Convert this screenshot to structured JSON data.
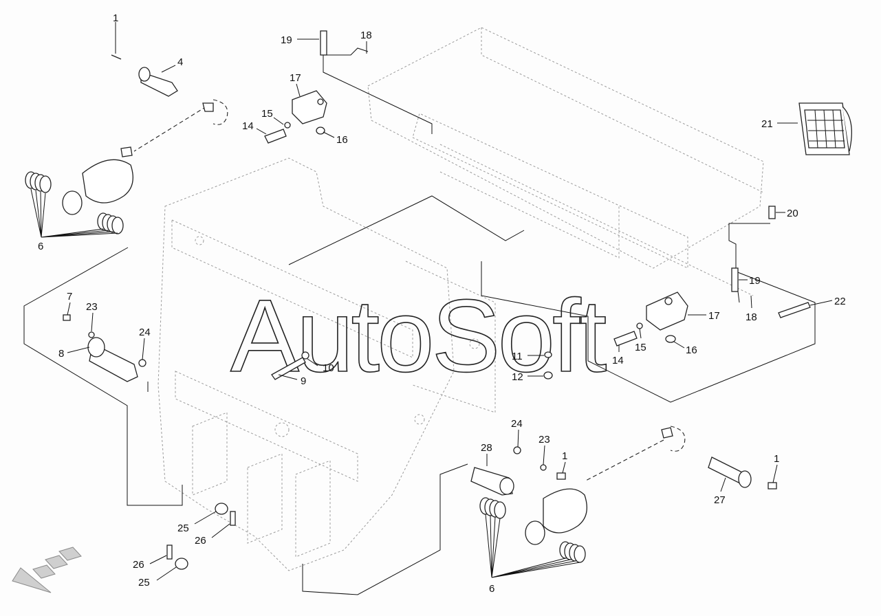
{
  "watermark": "AutoSoft",
  "callouts": [
    {
      "id": "c1a",
      "text": "1"
    },
    {
      "id": "c4",
      "text": "4"
    },
    {
      "id": "c6a",
      "text": "6"
    },
    {
      "id": "c7",
      "text": "7"
    },
    {
      "id": "c23a",
      "text": "23"
    },
    {
      "id": "c24a",
      "text": "24"
    },
    {
      "id": "c8",
      "text": "8"
    },
    {
      "id": "c9",
      "text": "9"
    },
    {
      "id": "c10",
      "text": "10"
    },
    {
      "id": "c11",
      "text": "11"
    },
    {
      "id": "c12",
      "text": "12"
    },
    {
      "id": "c19a",
      "text": "19"
    },
    {
      "id": "c18a",
      "text": "18"
    },
    {
      "id": "c17a",
      "text": "17"
    },
    {
      "id": "c15a",
      "text": "15"
    },
    {
      "id": "c14a",
      "text": "14"
    },
    {
      "id": "c16a",
      "text": "16"
    },
    {
      "id": "c21",
      "text": "21"
    },
    {
      "id": "c20",
      "text": "20"
    },
    {
      "id": "c19b",
      "text": "19"
    },
    {
      "id": "c22",
      "text": "22"
    },
    {
      "id": "c18b",
      "text": "18"
    },
    {
      "id": "c17b",
      "text": "17"
    },
    {
      "id": "c15b",
      "text": "15"
    },
    {
      "id": "c14b",
      "text": "14"
    },
    {
      "id": "c16b",
      "text": "16"
    },
    {
      "id": "c24b",
      "text": "24"
    },
    {
      "id": "c23b",
      "text": "23"
    },
    {
      "id": "c1b",
      "text": "1"
    },
    {
      "id": "c1c",
      "text": "1"
    },
    {
      "id": "c28",
      "text": "28"
    },
    {
      "id": "c27",
      "text": "27"
    },
    {
      "id": "c25a",
      "text": "25"
    },
    {
      "id": "c26a",
      "text": "26"
    },
    {
      "id": "c26b",
      "text": "26"
    },
    {
      "id": "c25b",
      "text": "25"
    },
    {
      "id": "c6b",
      "text": "6"
    }
  ],
  "colors": {
    "line": "#222222",
    "ghost": "#9a9a9a",
    "background": "#fdfdfd",
    "arrow": "#8a8a8a"
  }
}
